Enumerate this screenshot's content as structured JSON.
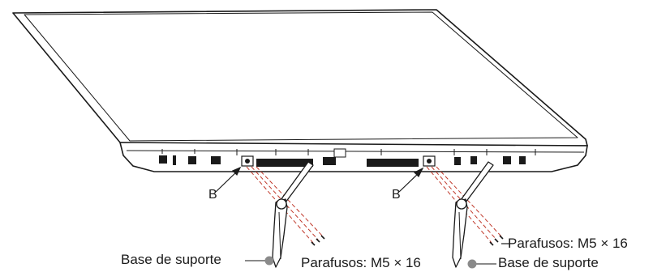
{
  "labels": {
    "b_left": "B",
    "b_right": "B",
    "screws_left": "Parafusos: M5 × 16",
    "screws_right": "Parafusos: M5 × 16",
    "stand_left": "Base de suporte",
    "stand_right": "Base de suporte"
  },
  "colors": {
    "line": "#1a1a1a",
    "screw_path": "#c0392b",
    "leader_gray": "#8a8a8a"
  }
}
